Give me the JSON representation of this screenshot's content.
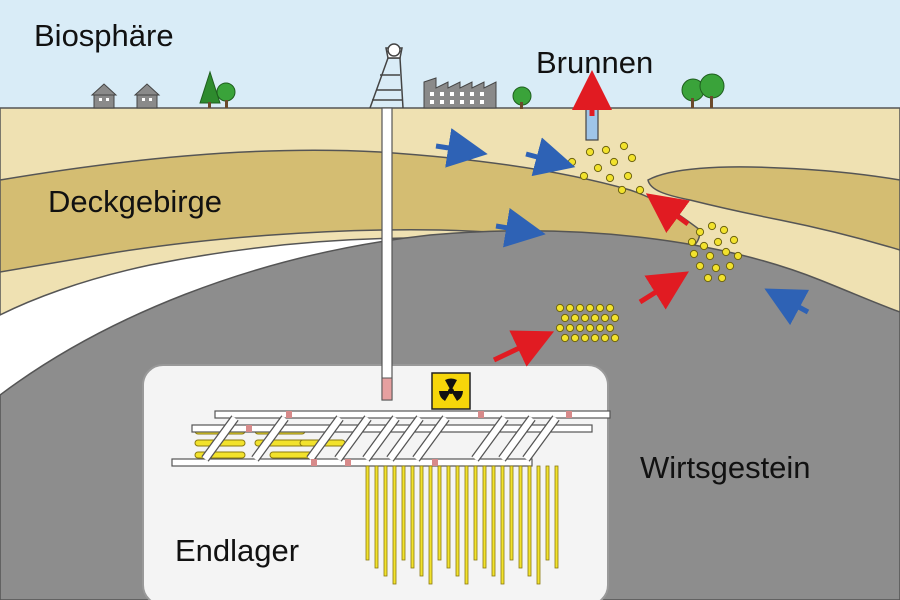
{
  "labels": {
    "biosphere": "Biosphäre",
    "well": "Brunnen",
    "overburden": "Deckgebirge",
    "host_rock": "Wirtsgestein",
    "repository": "Endlager"
  },
  "icons": {
    "radiation": "radiation-warning-icon"
  },
  "colors": {
    "sky": "#d9ecf7",
    "sand_light": "#efe1b2",
    "sand_dark": "#d4bd72",
    "host_rock": "#8d8d8d",
    "repository_box": "#f4f4f4",
    "arrow_blue": "#2e62b5",
    "arrow_red": "#e11b22",
    "particle": "#f2e22c",
    "warning_yellow": "#f6d60a"
  }
}
